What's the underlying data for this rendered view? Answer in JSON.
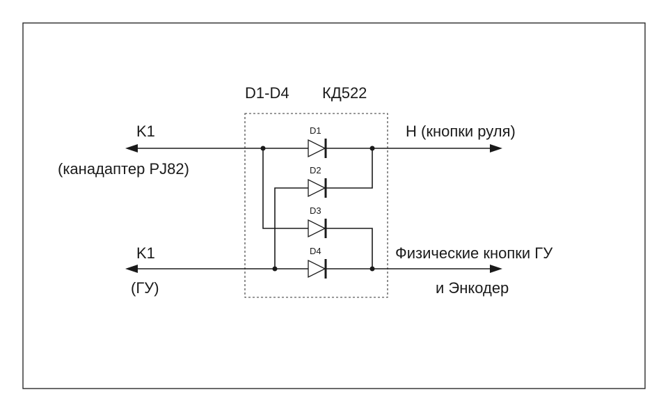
{
  "diagram": {
    "group_label": "D1-D4",
    "part_number": "КД522",
    "diodes": [
      {
        "label": "D1"
      },
      {
        "label": "D2"
      },
      {
        "label": "D3"
      },
      {
        "label": "D4"
      }
    ],
    "left_top": {
      "name": "K1",
      "desc": "(канадаптер PJ82)"
    },
    "left_bottom": {
      "name": "K1",
      "desc": "(ГУ)"
    },
    "right_top": {
      "text": "H (кнопки руля)"
    },
    "right_bottom": {
      "line1": "Физические кнопки ГУ",
      "line2": "и Энкодер"
    }
  }
}
